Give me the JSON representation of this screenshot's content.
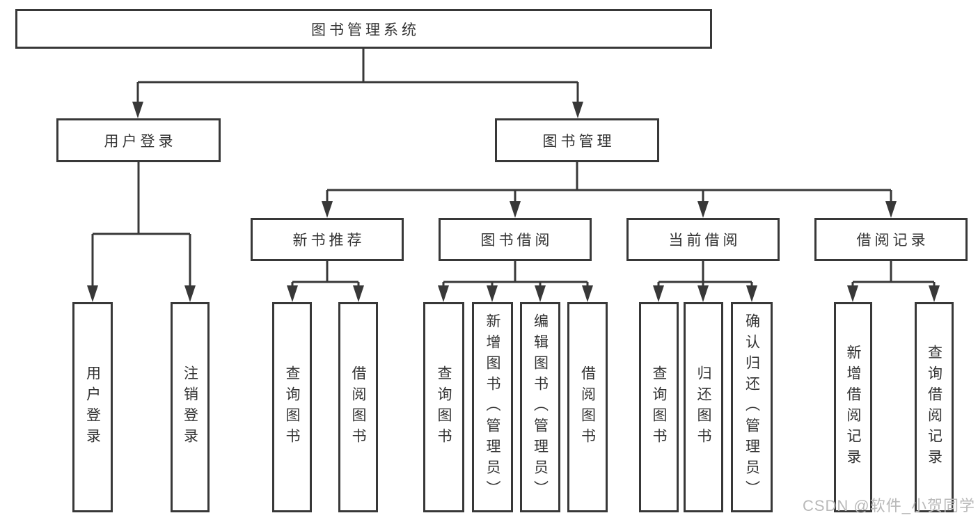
{
  "diagram": {
    "type": "tree",
    "root": {
      "label": "图书管理系统"
    },
    "branches": [
      {
        "label": "用户登录",
        "children": [
          {
            "label": "用户登录"
          },
          {
            "label": "注销登录"
          }
        ]
      },
      {
        "label": "图书管理",
        "children": [
          {
            "label": "新书推荐",
            "children": [
              {
                "label": "查询图书"
              },
              {
                "label": "借阅图书"
              }
            ]
          },
          {
            "label": "图书借阅",
            "children": [
              {
                "label": "查询图书"
              },
              {
                "label": "新增图书（管理员）"
              },
              {
                "label": "编辑图书（管理员）"
              },
              {
                "label": "借阅图书"
              }
            ]
          },
          {
            "label": "当前借阅",
            "children": [
              {
                "label": "查询图书"
              },
              {
                "label": "归还图书"
              },
              {
                "label": "确认归还（管理员）"
              }
            ]
          },
          {
            "label": "借阅记录",
            "children": [
              {
                "label": "新增借阅记录"
              },
              {
                "label": "查询借阅记录"
              }
            ]
          }
        ]
      }
    ]
  },
  "watermark": {
    "text": "CSDN @软件_小贺同学"
  },
  "colors": {
    "line": "#383838",
    "box_border": "#383838",
    "text": "#333333",
    "background": "#ffffff",
    "watermark": "#b9b9b9"
  }
}
